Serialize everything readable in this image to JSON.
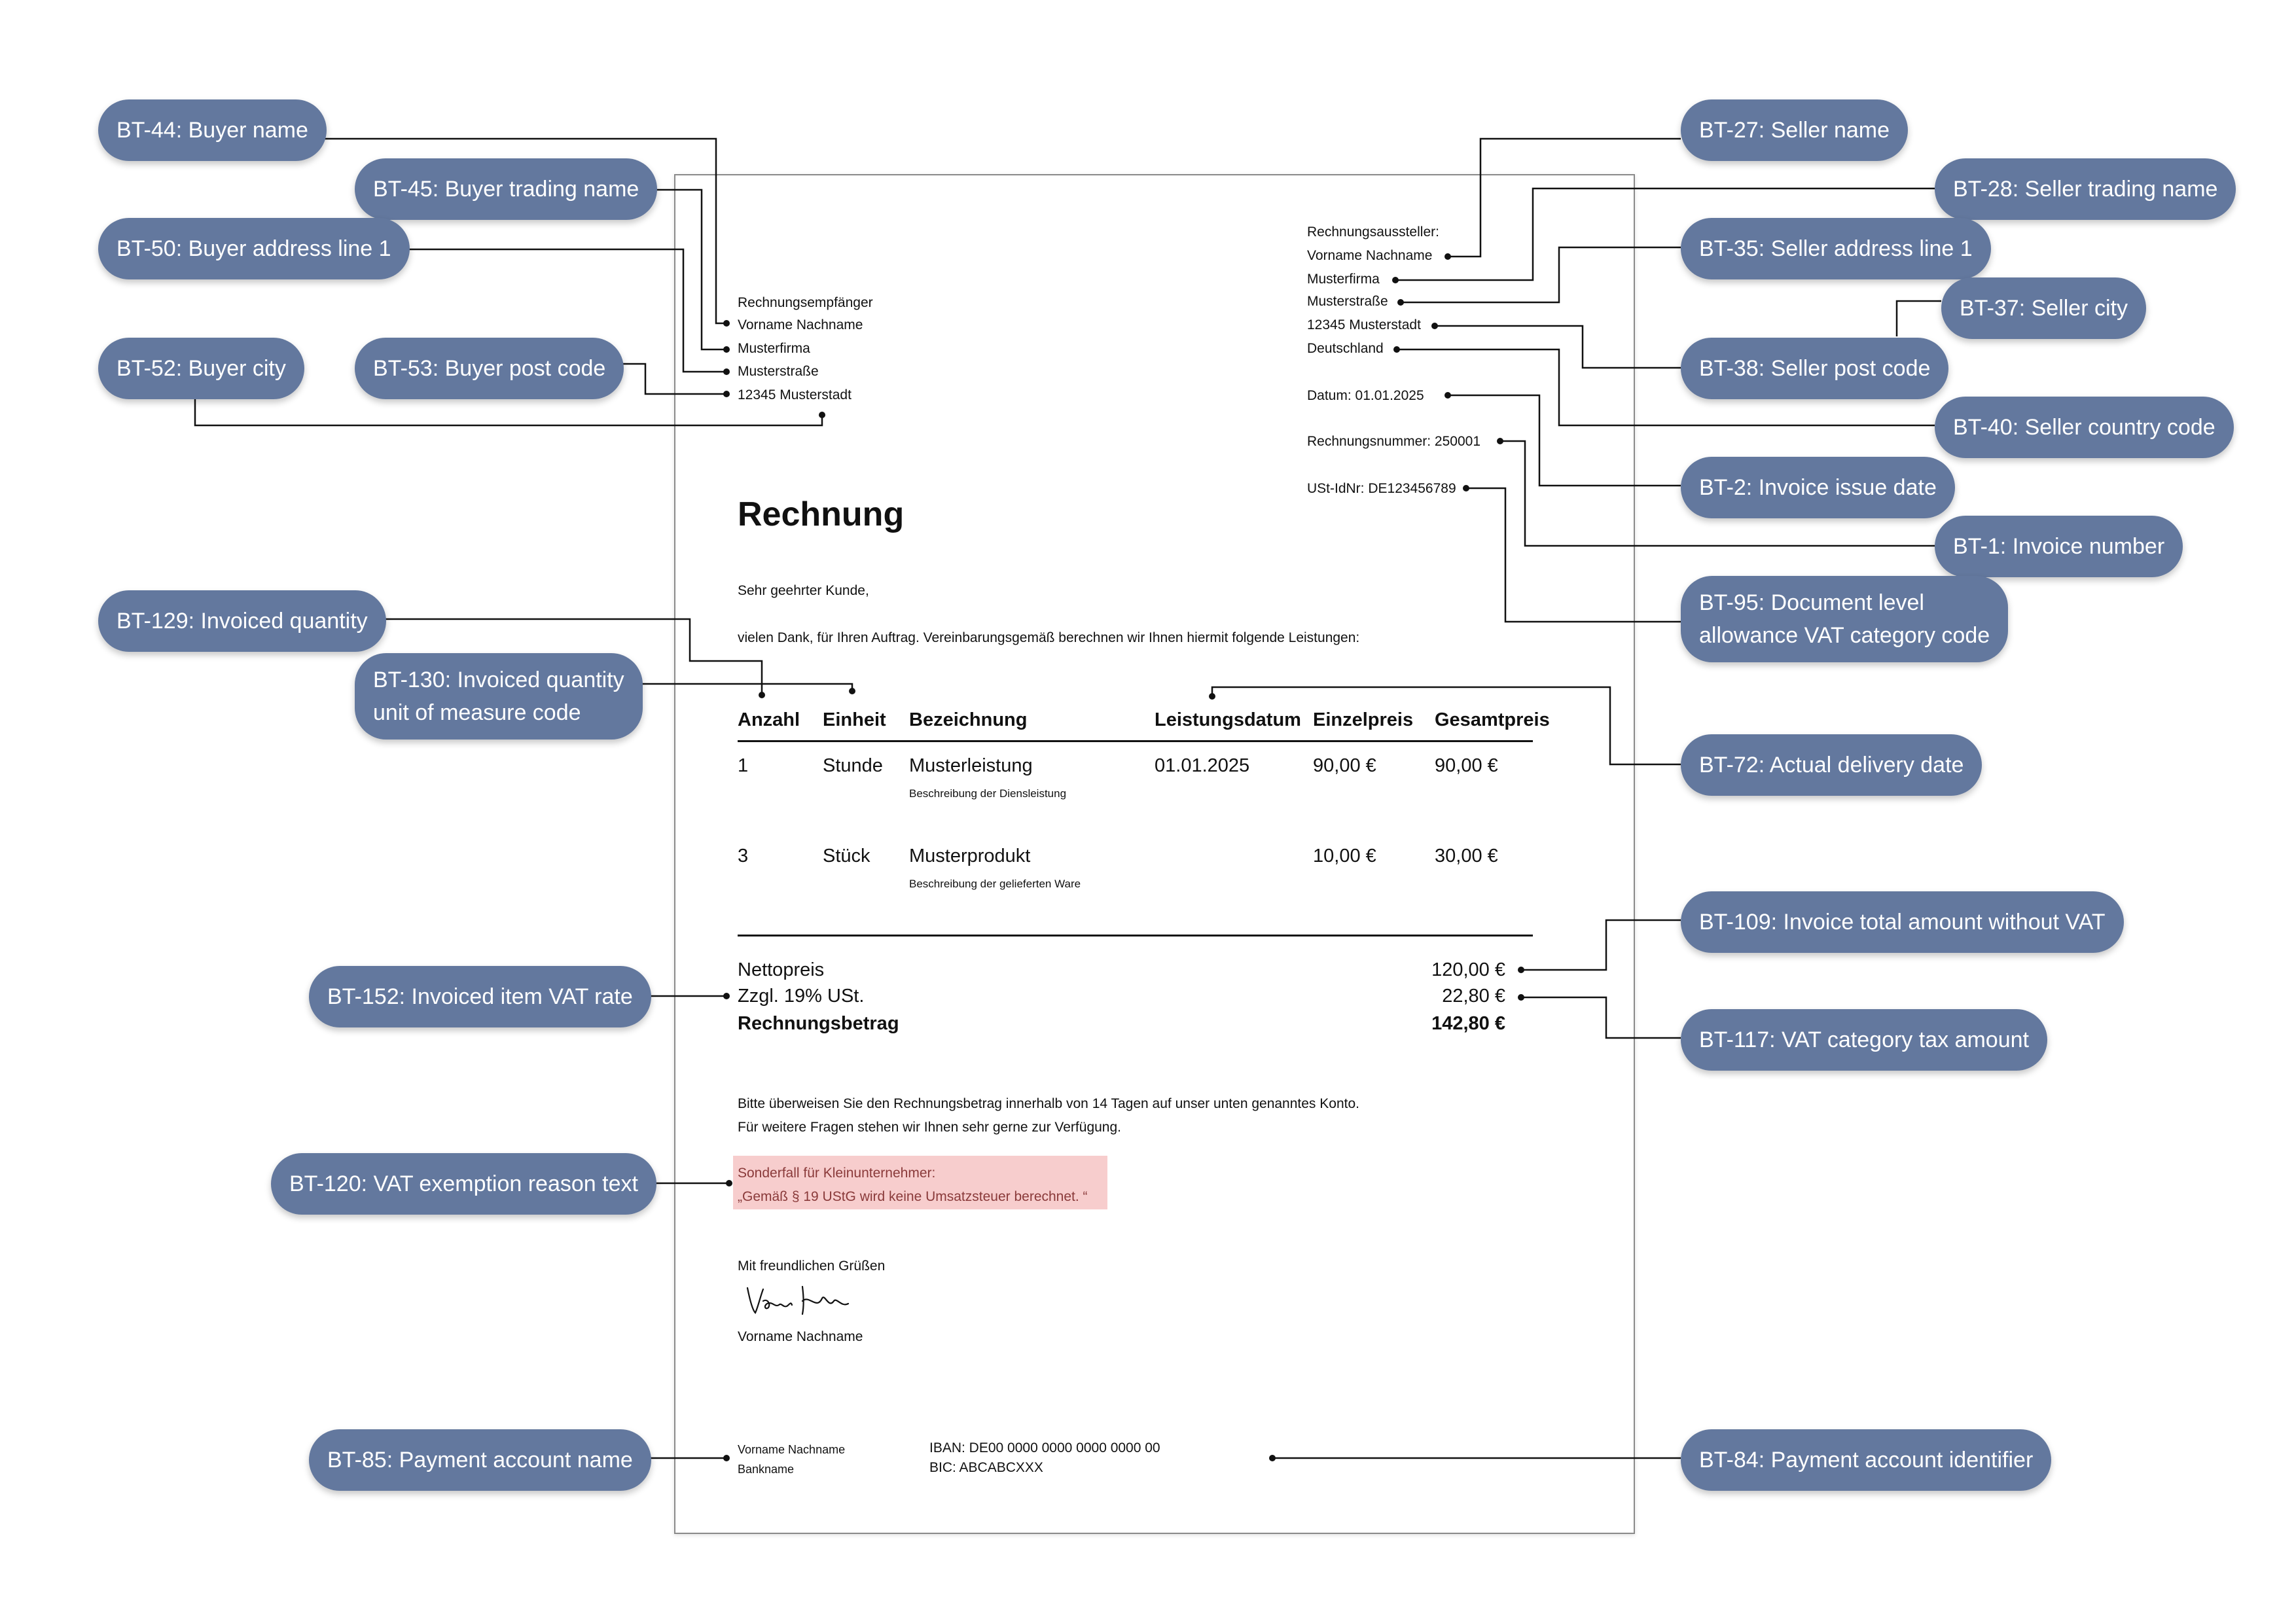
{
  "invoice": {
    "buyer": {
      "heading": "Rechnungsempfänger",
      "name": "Vorname Nachname",
      "company": "Musterfirma",
      "street": "Musterstraße",
      "city": "12345 Musterstadt"
    },
    "seller": {
      "heading": "Rechnungsaussteller:",
      "name": "Vorname Nachname",
      "company": "Musterfirma",
      "street": "Musterstraße",
      "city": "12345 Musterstadt",
      "country": "Deutschland",
      "date": "Datum: 01.01.2025",
      "number": "Rechnungsnummer: 250001",
      "vat_id": "USt-IdNr: DE123456789"
    },
    "title": "Rechnung",
    "greeting": "Sehr geehrter Kunde,",
    "intro": "vielen Dank, für Ihren Auftrag. Vereinbarungsgemäß berechnen wir Ihnen hiermit folgende Leistungen:",
    "table": {
      "headers": [
        "Anzahl",
        "Einheit",
        "Bezeichnung",
        "Leistungsdatum",
        "Einzelpreis",
        "Gesamtpreis"
      ],
      "rows": [
        {
          "qty": "1",
          "unit": "Stunde",
          "name": "Musterleistung",
          "desc": "Beschreibung der Diensleistung",
          "date": "01.01.2025",
          "unit_price": "90,00 €",
          "total": "90,00 €"
        },
        {
          "qty": "3",
          "unit": "Stück",
          "name": "Musterprodukt",
          "desc": "Beschreibung der gelieferten Ware",
          "date": "",
          "unit_price": "10,00 €",
          "total": "30,00 €"
        }
      ]
    },
    "totals": {
      "net_label": "Nettopreis",
      "net_value": "120,00 €",
      "vat_label": "Zzgl. 19% USt.",
      "vat_value": "22,80 €",
      "gross_label": "Rechnungsbetrag",
      "gross_value": "142,80 €"
    },
    "payment_note_1": "Bitte überweisen Sie den Rechnungsbetrag innerhalb von 14 Tagen auf unser unten genanntes Konto.",
    "payment_note_2": "Für weitere Fragen stehen wir Ihnen sehr gerne zur Verfügung.",
    "exemption_1": "Sonderfall für Kleinunternehmer:",
    "exemption_2": "„Gemäß § 19 UStG wird keine Umsatzsteuer berechnet. “",
    "closing": "Mit freundlichen Grüßen",
    "signature_name": "Vorname Nachname",
    "footer": {
      "account_name": "Vorname Nachname",
      "bank": "Bankname",
      "iban": "IBAN: DE00 0000 0000 0000 0000 00",
      "bic": "BIC: ABCABCXXX"
    }
  },
  "annotations": {
    "bt44": "BT-44: Buyer name",
    "bt45": "BT-45: Buyer trading name",
    "bt50": "BT-50: Buyer address line 1",
    "bt52": "BT-52: Buyer city",
    "bt53": "BT-53: Buyer post code",
    "bt129": "BT-129: Invoiced quantity",
    "bt130_1": "BT-130: Invoiced quantity",
    "bt130_2": "unit of measure code",
    "bt152": "BT-152: Invoiced item VAT rate",
    "bt120": "BT-120: VAT exemption reason text",
    "bt85": "BT-85: Payment account name",
    "bt27": "BT-27: Seller name",
    "bt28": "BT-28: Seller trading name",
    "bt35": "BT-35: Seller address line 1",
    "bt37": "BT-37: Seller city",
    "bt38": "BT-38: Seller post code",
    "bt40": "BT-40: Seller country code",
    "bt2": "BT-2: Invoice issue date",
    "bt1": "BT-1: Invoice number",
    "bt95_1": "BT-95: Document level",
    "bt95_2": "allowance VAT category code",
    "bt72": "BT-72: Actual delivery date",
    "bt109": "BT-109: Invoice total amount without VAT",
    "bt117": "BT-117: VAT category tax amount",
    "bt84": "BT-84: Payment account identifier"
  },
  "colors": {
    "pill_background": "#63789e",
    "pill_text": "#ffffff",
    "highlight": "#f7cdcd"
  }
}
